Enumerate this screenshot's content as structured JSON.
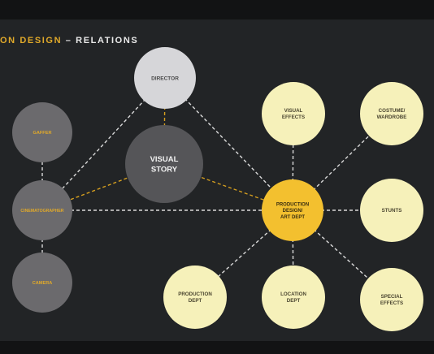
{
  "title": {
    "part_a": "ON DESIGN",
    "separator": "–",
    "part_b": "RELATIONS"
  },
  "colors": {
    "gold": "#f3c02f",
    "gold_text": "#e0a92a",
    "cream": "#f6f1ba",
    "light_grey": "#d6d6d9",
    "mid_grey": "#6b6a6d",
    "dark_grey": "#555558",
    "line": "#d9d9d9",
    "gold_line": "#d7a01f"
  },
  "nodes": {
    "director": {
      "lines": [
        "DIRECTOR"
      ]
    },
    "visual_story": {
      "lines": [
        "VISUAL",
        "STORY"
      ]
    },
    "gaffer": {
      "lines": [
        "GAFFER"
      ]
    },
    "cinematographer": {
      "lines": [
        "CINEMATOGRAPHER"
      ]
    },
    "camera": {
      "lines": [
        "CAMERA"
      ]
    },
    "production_design": {
      "lines": [
        "PRODUCTION",
        "DESIGN/",
        "ART DEPT"
      ]
    },
    "visual_effects": {
      "lines": [
        "VISUAL",
        "EFFECTS"
      ]
    },
    "costume": {
      "lines": [
        "COSTUME/",
        "WARDROBE"
      ]
    },
    "stunts": {
      "lines": [
        "STUNTS"
      ]
    },
    "special_effects": {
      "lines": [
        "SPECIAL",
        "EFFECTS"
      ]
    },
    "location_dept": {
      "lines": [
        "LOCATION",
        "DEPT"
      ]
    },
    "production_dept": {
      "lines": [
        "PRODUCTION",
        "DEPT"
      ]
    }
  }
}
